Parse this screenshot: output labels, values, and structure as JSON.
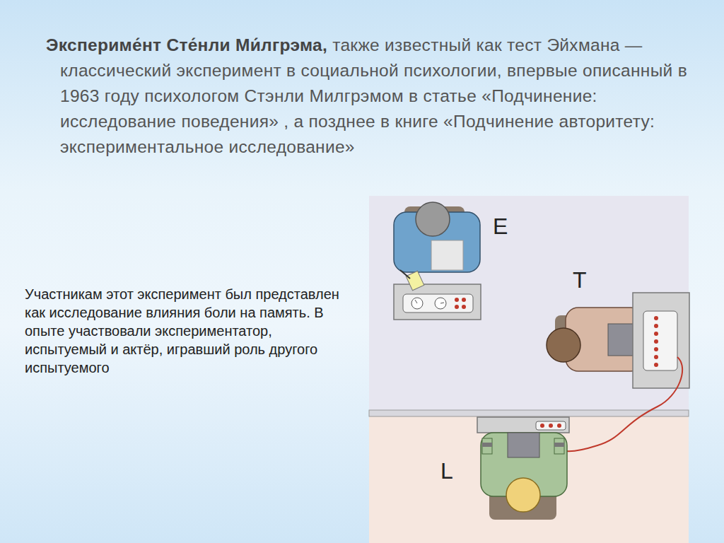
{
  "diagram": {
    "title": "Экспериме́нт Сте́нли Ми́лгрэма,",
    "labels": [
      "также известный как тест Эйхмана — классический эксперимент в социальной психологии, впервые описанный в 1963 году психологом Стэнли Милгрэмом в статье «Подчинение: исследование поведения» , а позднее в книге «Подчинение авторитету: экспериментальное исследование»",
      "Участникам этот эксперимент был представлен как исследование влияния боли на память. В опыте участвовали экспериментатор, испытуемый и актёр, игравший роль другого испытуемого",
      "E",
      "T",
      "L"
    ]
  }
}
